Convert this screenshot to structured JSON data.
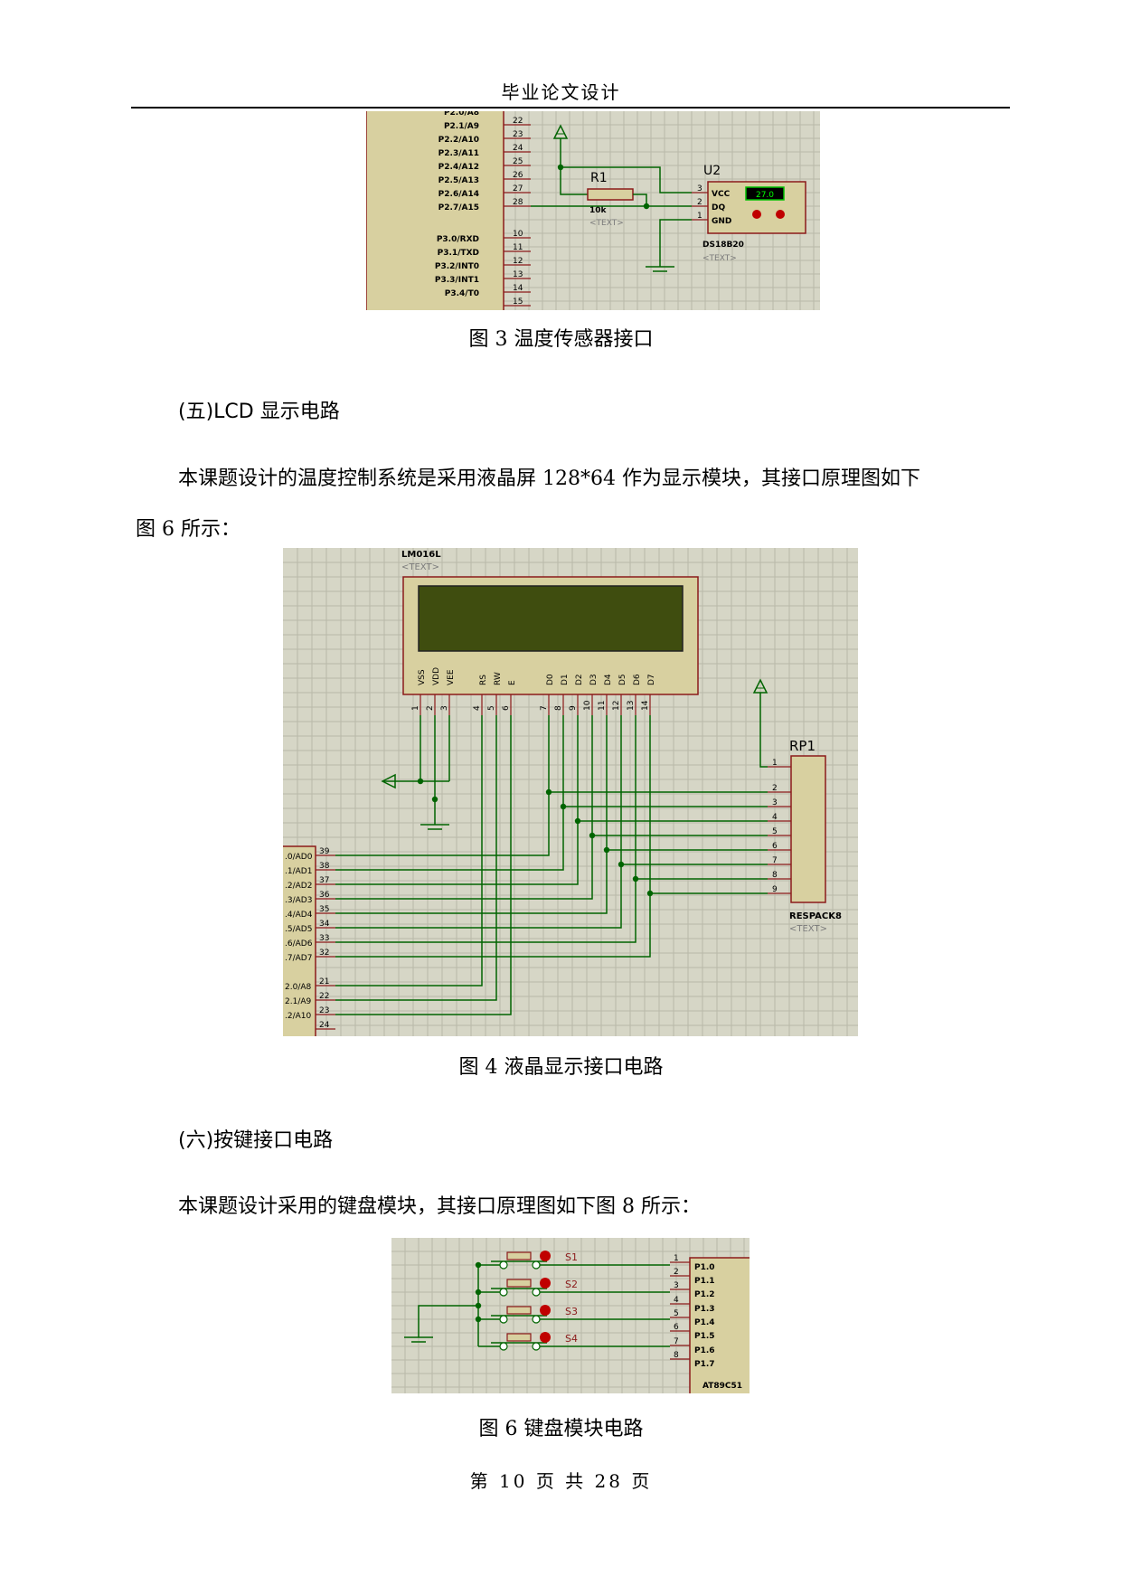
{
  "header": {
    "title": "毕业论文设计"
  },
  "figure3": {
    "caption": "图 3  温度传感器接口",
    "mcu_pins": [
      "P2.1/A9",
      "P2.2/A10",
      "P2.3/A11",
      "P2.4/A12",
      "P2.5/A13",
      "P2.6/A14",
      "P2.7/A15",
      "P3.0/RXD",
      "P3.1/TXD",
      "P3.2/INT0",
      "P3.3/INT1",
      "P3.4/T0"
    ],
    "mcu_pin_numbers": [
      "22",
      "23",
      "24",
      "25",
      "26",
      "27",
      "28",
      "10",
      "11",
      "12",
      "13",
      "14",
      "15"
    ],
    "r1_label": "R1",
    "r1_value": "10k",
    "r1_text": "<TEXT>",
    "u2_label": "U2",
    "u2_pins": [
      "VCC",
      "DQ",
      "GND"
    ],
    "u2_pin_numbers": [
      "3",
      "2",
      "1"
    ],
    "u2_display": "27.0",
    "u2_part": "DS18B20",
    "u2_text": "<TEXT>"
  },
  "section5": {
    "title": "(五)LCD 显示电路"
  },
  "paragraph1": {
    "line1": "本课题设计的温度控制系统是采用液晶屏 128*64 作为显示模块，其接口原理图如下",
    "line2": "图 6 所示："
  },
  "figure4": {
    "caption": "图 4 液晶显示接口电路",
    "lcd_part": "LM016L",
    "lcd_text": "<TEXT>",
    "lcd_pins": [
      "VSS",
      "VDD",
      "VEE",
      "RS",
      "RW",
      "E",
      "D0",
      "D1",
      "D2",
      "D3",
      "D4",
      "D5",
      "D6",
      "D7"
    ],
    "lcd_pin_numbers": [
      "1",
      "2",
      "3",
      "4",
      "5",
      "6",
      "7",
      "8",
      "9",
      "10",
      "11",
      "12",
      "13",
      "14"
    ],
    "rp1_label": "RP1",
    "rp1_part": "RESPACK8",
    "rp1_text": "<TEXT>",
    "rp1_pin_numbers": [
      "1",
      "2",
      "3",
      "4",
      "5",
      "6",
      "7",
      "8",
      "9"
    ],
    "p0_pins": [
      ".0/AD0",
      ".1/AD1",
      ".2/AD2",
      ".3/AD3",
      ".4/AD4",
      ".5/AD5",
      ".6/AD6",
      ".7/AD7"
    ],
    "p0_numbers": [
      "39",
      "38",
      "37",
      "36",
      "35",
      "34",
      "33",
      "32"
    ],
    "p2_pins": [
      "2.0/A8",
      "2.1/A9",
      ".2/A10"
    ],
    "p2_numbers": [
      "21",
      "22",
      "23",
      "24"
    ]
  },
  "section6": {
    "title": "(六)按键接口电路"
  },
  "paragraph2": {
    "line1": "本课题设计采用的键盘模块，其接口原理图如下图 8 所示："
  },
  "figure6": {
    "caption": "图 6  键盘模块电路",
    "switches": [
      "S1",
      "S2",
      "S3",
      "S4"
    ],
    "port_pins": [
      "P1.0",
      "P1.1",
      "P1.2",
      "P1.3",
      "P1.4",
      "P1.5",
      "P1.6",
      "P1.7"
    ],
    "port_numbers": [
      "1",
      "2",
      "3",
      "4",
      "5",
      "6",
      "7",
      "8"
    ],
    "mcu_part": "AT89C51"
  },
  "footer": {
    "page": "第 10 页 共 28 页"
  },
  "colors": {
    "wire": "#006400",
    "part_body": "#d8d0a0",
    "part_border": "#8b1a1a",
    "lcd_screen": "#3f4d0f",
    "grid": "#b8b8a8"
  }
}
